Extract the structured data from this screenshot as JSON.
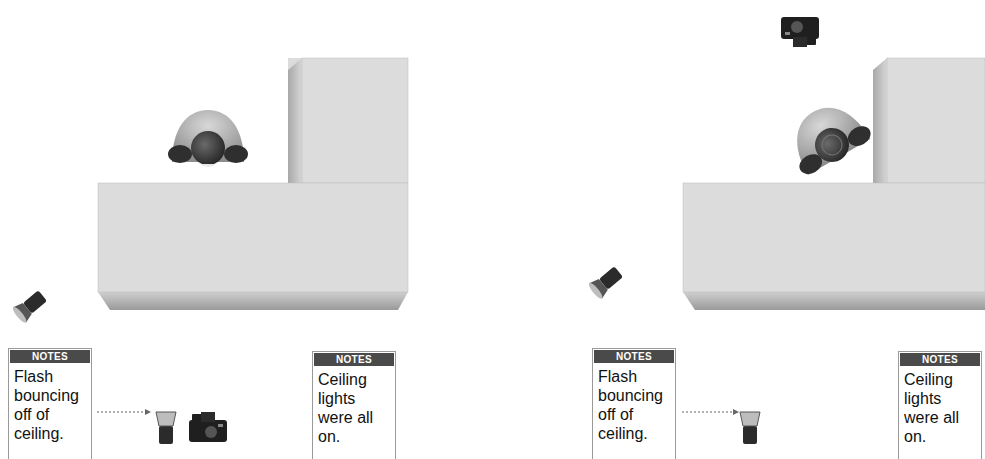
{
  "diagram": {
    "nodes": [
      {
        "text": [
          "NOTES",
          "Flash bouncing off of ceiling."
        ]
      },
      {
        "text": [
          "NOTES",
          "Ceiling lights were all on."
        ]
      },
      {
        "text": [
          "NOTES",
          "Flash bouncing off of ceiling."
        ]
      },
      {
        "text": [
          "NOTES",
          "Ceiling lights were all on."
        ]
      }
    ]
  }
}
